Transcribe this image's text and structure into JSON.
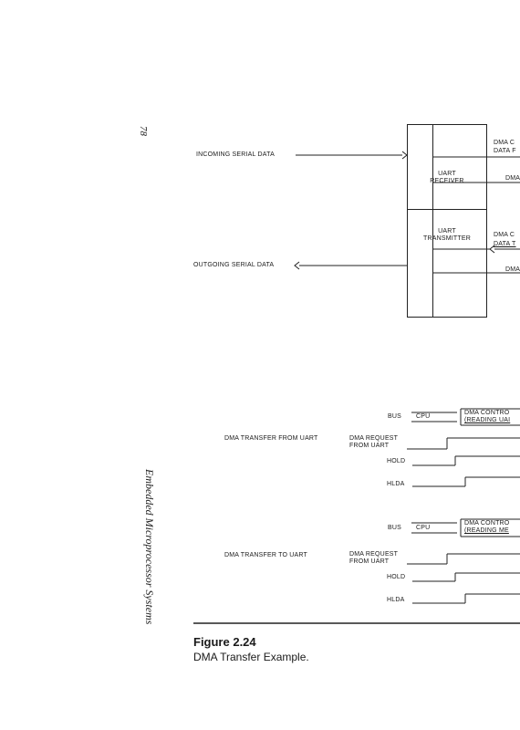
{
  "page": {
    "page_number": "78",
    "running_title": "Embedded Microprocessor Systems"
  },
  "block_diagram": {
    "incoming_label": "INCOMING SERIAL DATA",
    "outgoing_label": "OUTGOING SERIAL DATA",
    "receiver": {
      "line1": "UART",
      "line2": "RECEIVER"
    },
    "transmitter": {
      "line1": "UART",
      "line2": "TRANSMITTER"
    },
    "right_labels": [
      "DMA C",
      "DATA F",
      "DMA",
      "DMA C",
      "DATA T",
      "DMA"
    ]
  },
  "timing": {
    "from_uart": {
      "title": "DMA TRANSFER FROM UART",
      "bus_label": "BUS",
      "cpu_label": "CPU",
      "ctrl_line1": "DMA CONTRO",
      "ctrl_line2": "(READING UAI",
      "req_line1": "DMA REQUEST",
      "req_line2": "FROM UART",
      "hold": "HOLD",
      "hlda": "HLDA"
    },
    "to_uart": {
      "title": "DMA TRANSFER TO UART",
      "bus_label": "BUS",
      "cpu_label": "CPU",
      "ctrl_line1": "DMA CONTRO",
      "ctrl_line2": "(READING ME",
      "req_line1": "DMA REQUEST",
      "req_line2": "FROM UART",
      "hold": "HOLD",
      "hlda": "HLDA"
    }
  },
  "figure": {
    "label": "Figure 2.24",
    "caption": "DMA Transfer Example."
  }
}
